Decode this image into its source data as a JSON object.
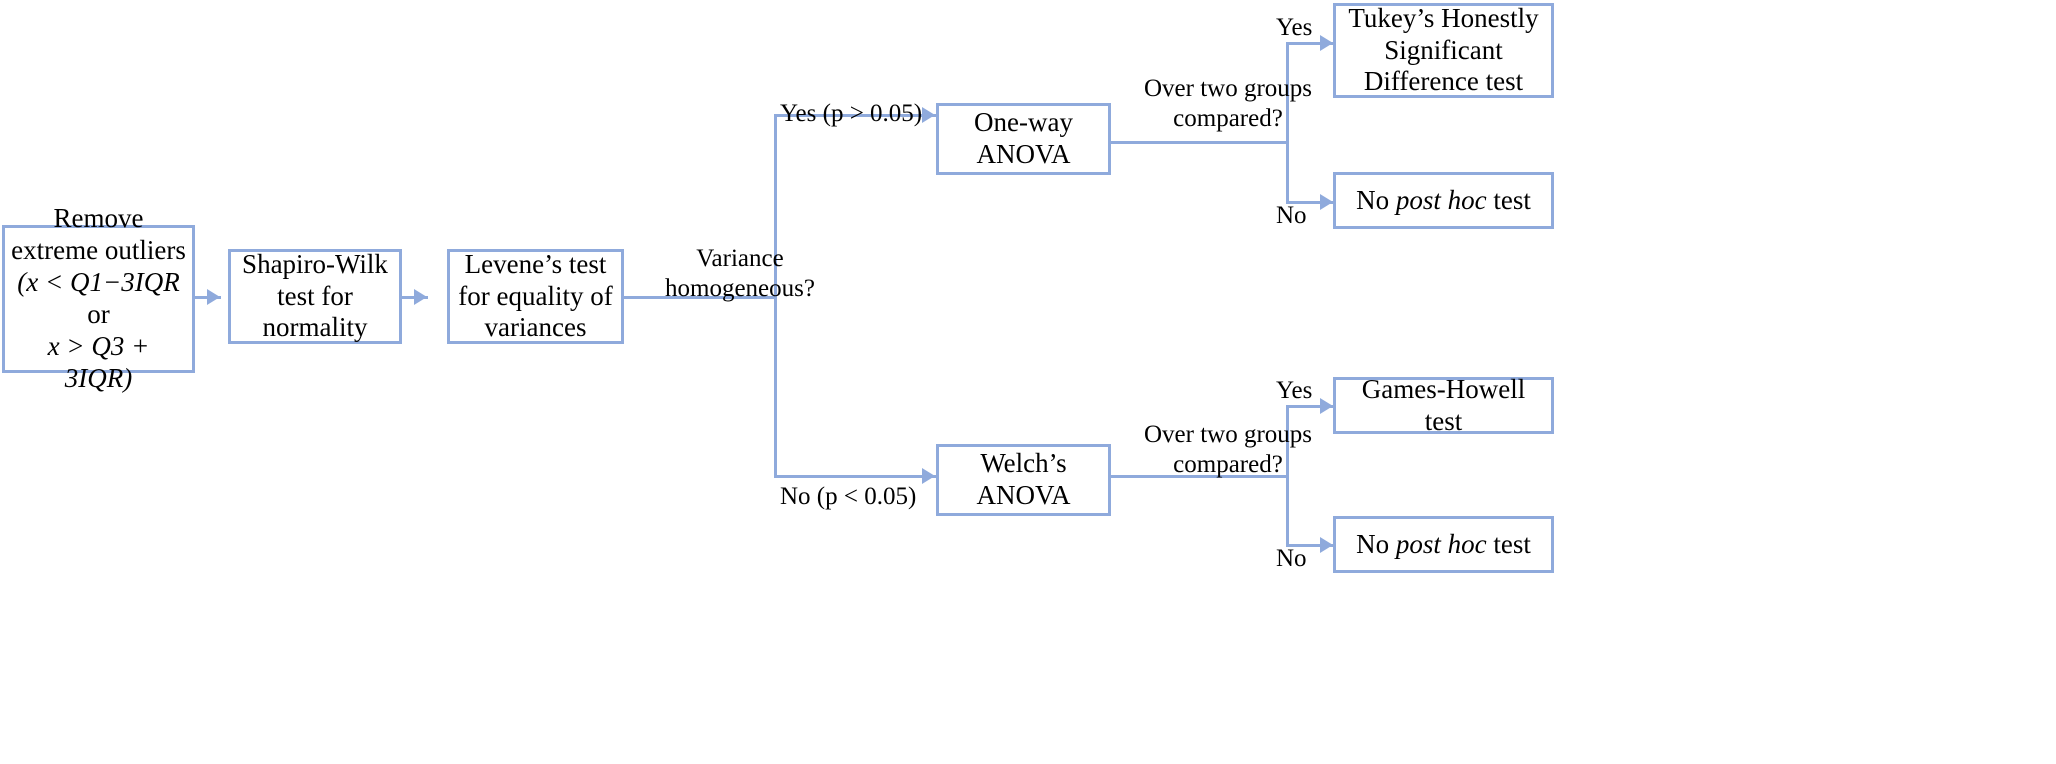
{
  "diagram": {
    "title": "Statistical analysis decision flowchart",
    "accent_color": "#8FAADC",
    "text_color": "#000000",
    "background_color": "#FFFFFF"
  },
  "nodes": {
    "remove_outliers": {
      "line1": "Remove",
      "line2": "extreme outliers",
      "line3": "(x < Q1−3IQR",
      "line4": "or",
      "line5": "x > Q3 + 3IQR)"
    },
    "shapiro_wilk": {
      "line1": "Shapiro-Wilk",
      "line2": "test for",
      "line3": "normality"
    },
    "levene": {
      "line1": "Levene’s test",
      "line2": "for equality of",
      "line3": "variances"
    },
    "one_way_anova": {
      "line1": "One-way",
      "line2": "ANOVA"
    },
    "welch_anova": {
      "line1": "Welch’s",
      "line2": "ANOVA"
    },
    "tukey": {
      "line1": "Tukey’s Honestly",
      "line2": "Significant",
      "line3": "Difference test"
    },
    "no_post_hoc_top": {
      "pre": "No ",
      "italic": "post hoc",
      "post": " test"
    },
    "games_howell": {
      "line1": "Games-Howell test"
    },
    "no_post_hoc_bottom": {
      "pre": "No ",
      "italic": "post hoc",
      "post": " test"
    }
  },
  "edge_labels": {
    "variance_homogeneous": "Variance\nhomogeneous?",
    "yes_p_gt": "Yes (p > 0.05)",
    "no_p_lt": "No (p < 0.05)",
    "over_two_groups_top": "Over two groups\ncompared?",
    "over_two_groups_bottom": "Over two groups\ncompared?",
    "yes_top": "Yes",
    "no_top": "No",
    "yes_bottom": "Yes",
    "no_bottom": "No"
  }
}
